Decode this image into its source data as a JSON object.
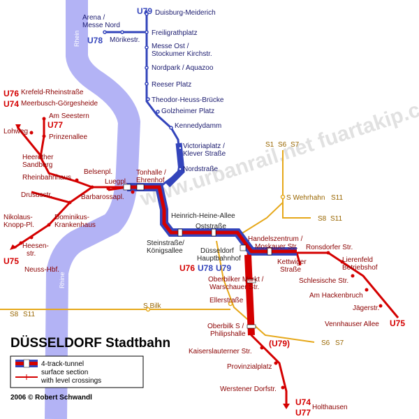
{
  "title": "DÜSSELDORF Stadtbahn",
  "copyright": "2006 © Robert Schwandl",
  "watermark": "www.urbanrail.net  fuartakip.com",
  "river": {
    "top_label": "Rhein",
    "bottom_label": "Rhine",
    "color": "#b3b3f5"
  },
  "colors": {
    "red_line": "#d40000",
    "blue_line": "#3344bb",
    "yellow_line": "#e6a81a",
    "white_tunnel": "#ffffff"
  },
  "line_labels": {
    "u79_top": "U79",
    "u78": "U78",
    "u76": "U76",
    "u74": "U74",
    "u77": "U77",
    "u75": "U75",
    "u76_hbf": "U76",
    "u78_hbf": "U78",
    "u79_hbf": "U79",
    "u79_paren": "(U79)",
    "u74_bottom": "U74",
    "u77_bottom": "U77",
    "u75_right": "U75",
    "s1": "S1",
    "s6": "S6",
    "s7": "S7",
    "s11": "S11",
    "s8_left": "S8",
    "s11_left": "S11",
    "s8_wehrhahn": "S8",
    "s11_wehrhahn": "S11",
    "s6_bottom": "S6",
    "s7_bottom": "S7"
  },
  "stations": {
    "duisburg_meiderich": "Duisburg-Meiderich",
    "arena_messe_nord_1": "Arena /",
    "arena_messe_nord_2": "Messe Nord",
    "moerikestr": "Mörikestr.",
    "freiligrathplatz": "Freiligrathplatz",
    "messe_ost_1": "Messe Ost /",
    "messe_ost_2": "Stockumer Kirchstr.",
    "nordpark": "Nordpark / Aquazoo",
    "reeser_platz": "Reeser Platz",
    "theodor_heuss": "Theodor-Heuss-Brücke",
    "golzheimer_platz": "Golzheimer Platz",
    "kennedydamm": "Kennedydamm",
    "victoriaplatz_1": "Victoriaplatz /",
    "victoriaplatz_2": "Klever Straße",
    "nordstrasse": "Nordstraße",
    "krefeld_rheinstrasse": "Krefeld-Rheinstraße",
    "meerbusch_goergesheide": "Meerbusch-Görgesheide",
    "am_seestern": "Am Seestern",
    "prinzenallee": "Prinzenallee",
    "lohweg": "Lohweg",
    "heerdther_sandberg_1": "Heerdther",
    "heerdther_sandberg_2": "Sandberg",
    "rheinbahnhaus": "Rheinbahnhaus",
    "belsenpl": "Belsenpl.",
    "luegpl": "Luegpl.",
    "tonhalle_1": "Tonhalle /",
    "tonhalle_2": "Ehrenhof",
    "barbarossapl": "Barbarossapl.",
    "drususstr": "Drususstr.",
    "nikolaus_knopp_1": "Nikolaus-",
    "nikolaus_knopp_2": "Knopp-Pl.",
    "dominikus_1": "Dominikus-",
    "dominikus_2": "Krankenhaus",
    "heesenstr_1": "Heesen-",
    "heesenstr_2": "str.",
    "neuss_hbf": "Neuss-Hbf.",
    "heinrich_heine_allee": "Heinrich-Heine-Allee",
    "oststrasse": "Oststraße",
    "steinstrasse_1": "Steinstraße/",
    "steinstrasse_2": "Königsallee",
    "duesseldorf_hbf_1": "Düsseldorf",
    "duesseldorf_hbf_2": "Hauptbahnhof",
    "handelszentrum_1": "Handelszentrum /",
    "handelszentrum_2": "Moskauer Str.",
    "ronsdorfer_str": "Ronsdorfer Str.",
    "kettwiger_1": "Kettwiger",
    "kettwiger_2": "Straße",
    "lierenfeld_1": "Lierenfeld",
    "lierenfeld_2": "Betriebshof",
    "schlesische_str": "Schlesische Str.",
    "am_hackenbruch": "Am Hackenbruch",
    "jaegerstr": "Jägerstr.",
    "vennhauser_allee": "Vennhauser Allee",
    "s_wehrhahn": "S Wehrhahn",
    "oberbilker_markt_1": "Oberbilker Markt /",
    "oberbilker_markt_2": "Warschauer Str.",
    "ellerstrasse": "Ellerstraße",
    "s_bilk": "S Bilk",
    "oberbilk_1": "Oberbilk S /",
    "oberbilk_2": "Philipshalle",
    "kaiserslauterner_str": "Kaiserslauterner Str.",
    "provinzialplatz": "Provinzialplatz",
    "werstener_dorfstr": "Werstener Dorfstr.",
    "holthausen": "Holthausen"
  },
  "legend": {
    "tunnel": "4-track-tunnel",
    "surface": "surface section",
    "crossings": "with level crossings"
  }
}
